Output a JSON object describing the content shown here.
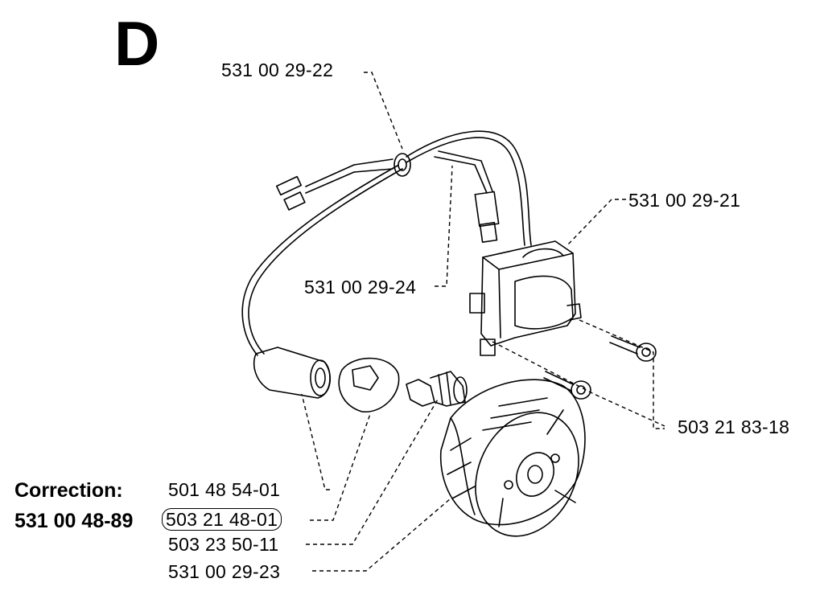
{
  "section_letter": "D",
  "correction": {
    "label": "Correction:",
    "new_part_number": "531 00 48-89",
    "replaced_part_number": "503 21 48-01"
  },
  "callouts": [
    {
      "id": "ignition-lead",
      "part_number": "531 00 29-22"
    },
    {
      "id": "ignition-module",
      "part_number": "531 00 29-21"
    },
    {
      "id": "cable-part",
      "part_number": "531 00 29-24"
    },
    {
      "id": "screw",
      "part_number": "503 21 83-18"
    },
    {
      "id": "spark-plug-cap",
      "part_number": "501 48 54-01"
    },
    {
      "id": "spark-plug",
      "part_number": "503 23 50-11"
    },
    {
      "id": "flywheel",
      "part_number": "531 00 29-23"
    }
  ]
}
